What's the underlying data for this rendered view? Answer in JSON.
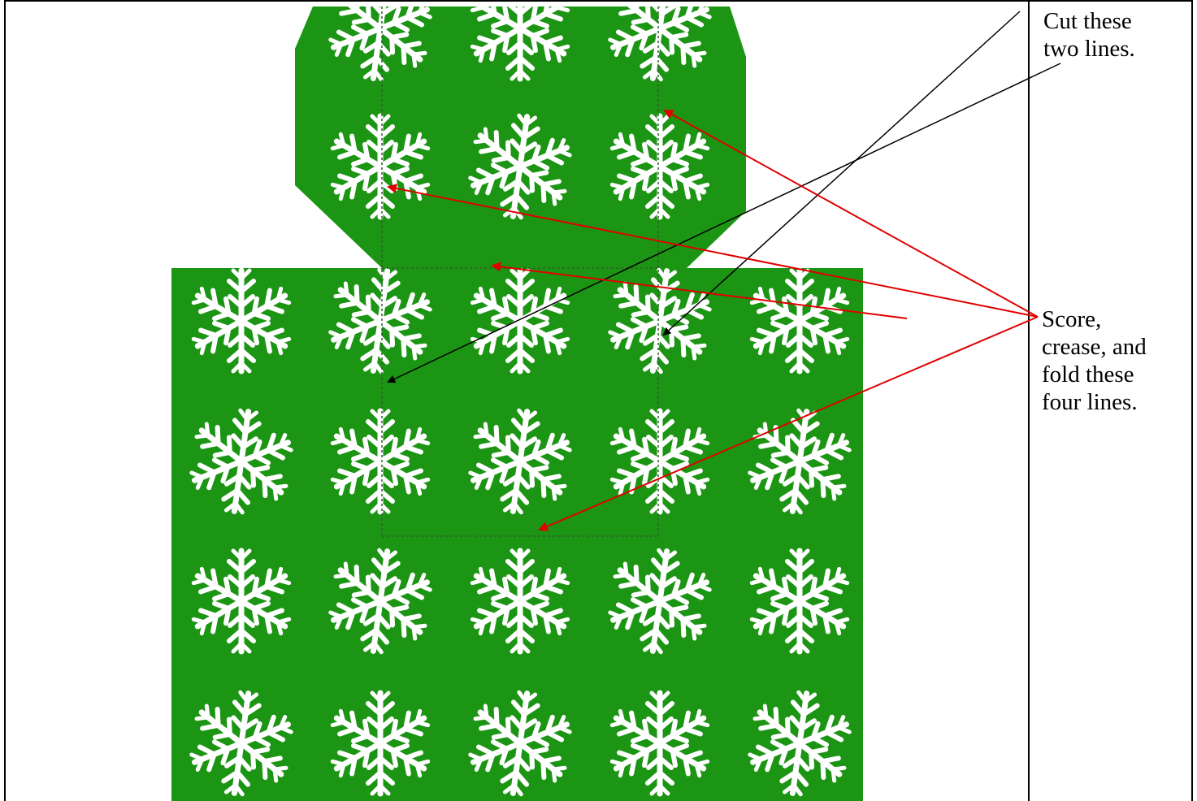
{
  "notes": {
    "cut": {
      "lines": [
        "Cut these",
        "two lines."
      ],
      "arrow_color": "#000000"
    },
    "fold": {
      "lines": [
        "Score,",
        "crease, and",
        "fold these",
        "four lines."
      ],
      "arrow_color": "#e00000"
    }
  },
  "template": {
    "paper_color": "#1b9513",
    "pattern_color": "#ffffff",
    "pattern_icon": "snowflake-icon"
  }
}
